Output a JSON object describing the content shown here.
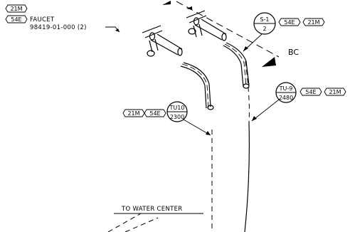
{
  "tags": {
    "t21m_top": "21M",
    "t54e_faucet": "54E",
    "t54e_s1": "54E",
    "t21m_s1": "21M",
    "t21m_tu10": "21M",
    "t54e_tu10": "54E",
    "t54e_tu9": "54E",
    "t21m_tu9": "21M"
  },
  "faucet": {
    "title": "FAUCET",
    "part": "98419-01-000 (2)"
  },
  "bubbles": {
    "s1": {
      "top": "S-1",
      "bottom": "2"
    },
    "tu10": {
      "top": "TU10",
      "bottom": "2300"
    },
    "tu9": {
      "top": "TU-9",
      "bottom": "2480"
    }
  },
  "bc_label": "BC",
  "water_center": "TO WATER CENTER"
}
